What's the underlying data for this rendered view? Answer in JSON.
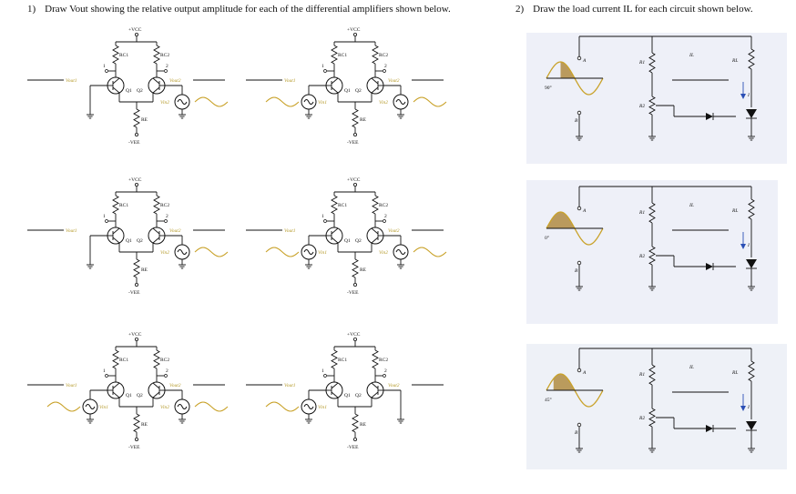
{
  "questions": [
    {
      "number": "1)",
      "text": "Draw Vout showing the relative output amplitude for each of the differential amplifiers shown below."
    },
    {
      "number": "2)",
      "text": "Draw the load current IL for each circuit shown below."
    }
  ],
  "amplifier_labels": {
    "vcc": "+VCC",
    "vee": "-VEE",
    "rc1": "RC1",
    "rc2": "RC2",
    "re": "RE",
    "q1": "Q1",
    "q2": "Q2",
    "vin1": "Vin1",
    "vin2": "Vin2",
    "vout1": "Vout1",
    "vout2": "Vout2",
    "node1": "1",
    "node2": "2"
  },
  "load_labels": {
    "node_a": "A",
    "node_b": "B",
    "r1": "R1",
    "r2": "R2",
    "rl": "RL",
    "il": "IL",
    "i": "I"
  },
  "phases": [
    "90°",
    "0°",
    "45°"
  ],
  "colors": {
    "signal": "#c9a22a",
    "fill": "#a87d2a",
    "arrow": "#2b4fb5",
    "panel": "#eef0f8"
  }
}
